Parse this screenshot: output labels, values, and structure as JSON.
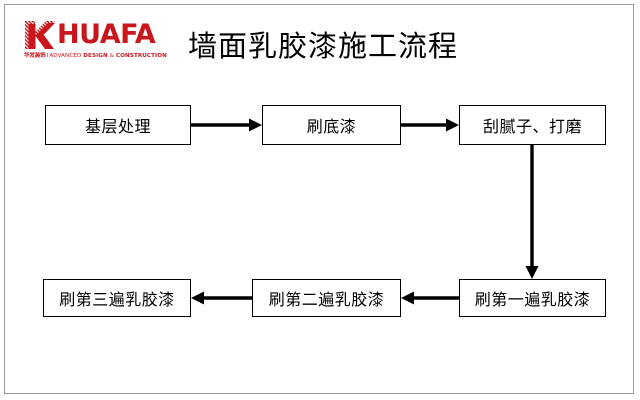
{
  "page": {
    "background_color": "#ffffff",
    "border_color": "#9a9a9a",
    "accent_color": "#c8161d",
    "line_color": "#000000"
  },
  "header": {
    "logo": {
      "mark_letter": "K",
      "mark_color": "#c8161d",
      "wordmark": "HUAFA",
      "tagline_cn": "华发装饰",
      "tagline_separator": "I",
      "tagline_light": "ADVANCED",
      "tagline_bold": "DESIGN",
      "tagline_amp": "&",
      "tagline_bold2": "CONSTRUCTION"
    },
    "title": "墙面乳胶漆施工流程"
  },
  "flowchart": {
    "type": "process-flow",
    "steps": [
      {
        "id": "base",
        "order": 1,
        "label": "基层处理",
        "row": "top",
        "column": 1
      },
      {
        "id": "primer",
        "order": 2,
        "label": "刷底漆",
        "row": "top",
        "column": 2
      },
      {
        "id": "putty",
        "order": 3,
        "label": "刮腻子、打磨",
        "row": "top",
        "column": 3
      },
      {
        "id": "coat1",
        "order": 4,
        "label": "刷第一遍乳胶漆",
        "row": "bottom",
        "column": 3
      },
      {
        "id": "coat2",
        "order": 5,
        "label": "刷第二遍乳胶漆",
        "row": "bottom",
        "column": 2
      },
      {
        "id": "coat3",
        "order": 6,
        "label": "刷第三遍乳胶漆",
        "row": "bottom",
        "column": 1
      }
    ],
    "connectors": [
      {
        "from": "base",
        "to": "primer",
        "direction": "right"
      },
      {
        "from": "primer",
        "to": "putty",
        "direction": "right"
      },
      {
        "from": "putty",
        "to": "coat1",
        "direction": "down"
      },
      {
        "from": "coat1",
        "to": "coat2",
        "direction": "left"
      },
      {
        "from": "coat2",
        "to": "coat3",
        "direction": "left"
      }
    ]
  }
}
